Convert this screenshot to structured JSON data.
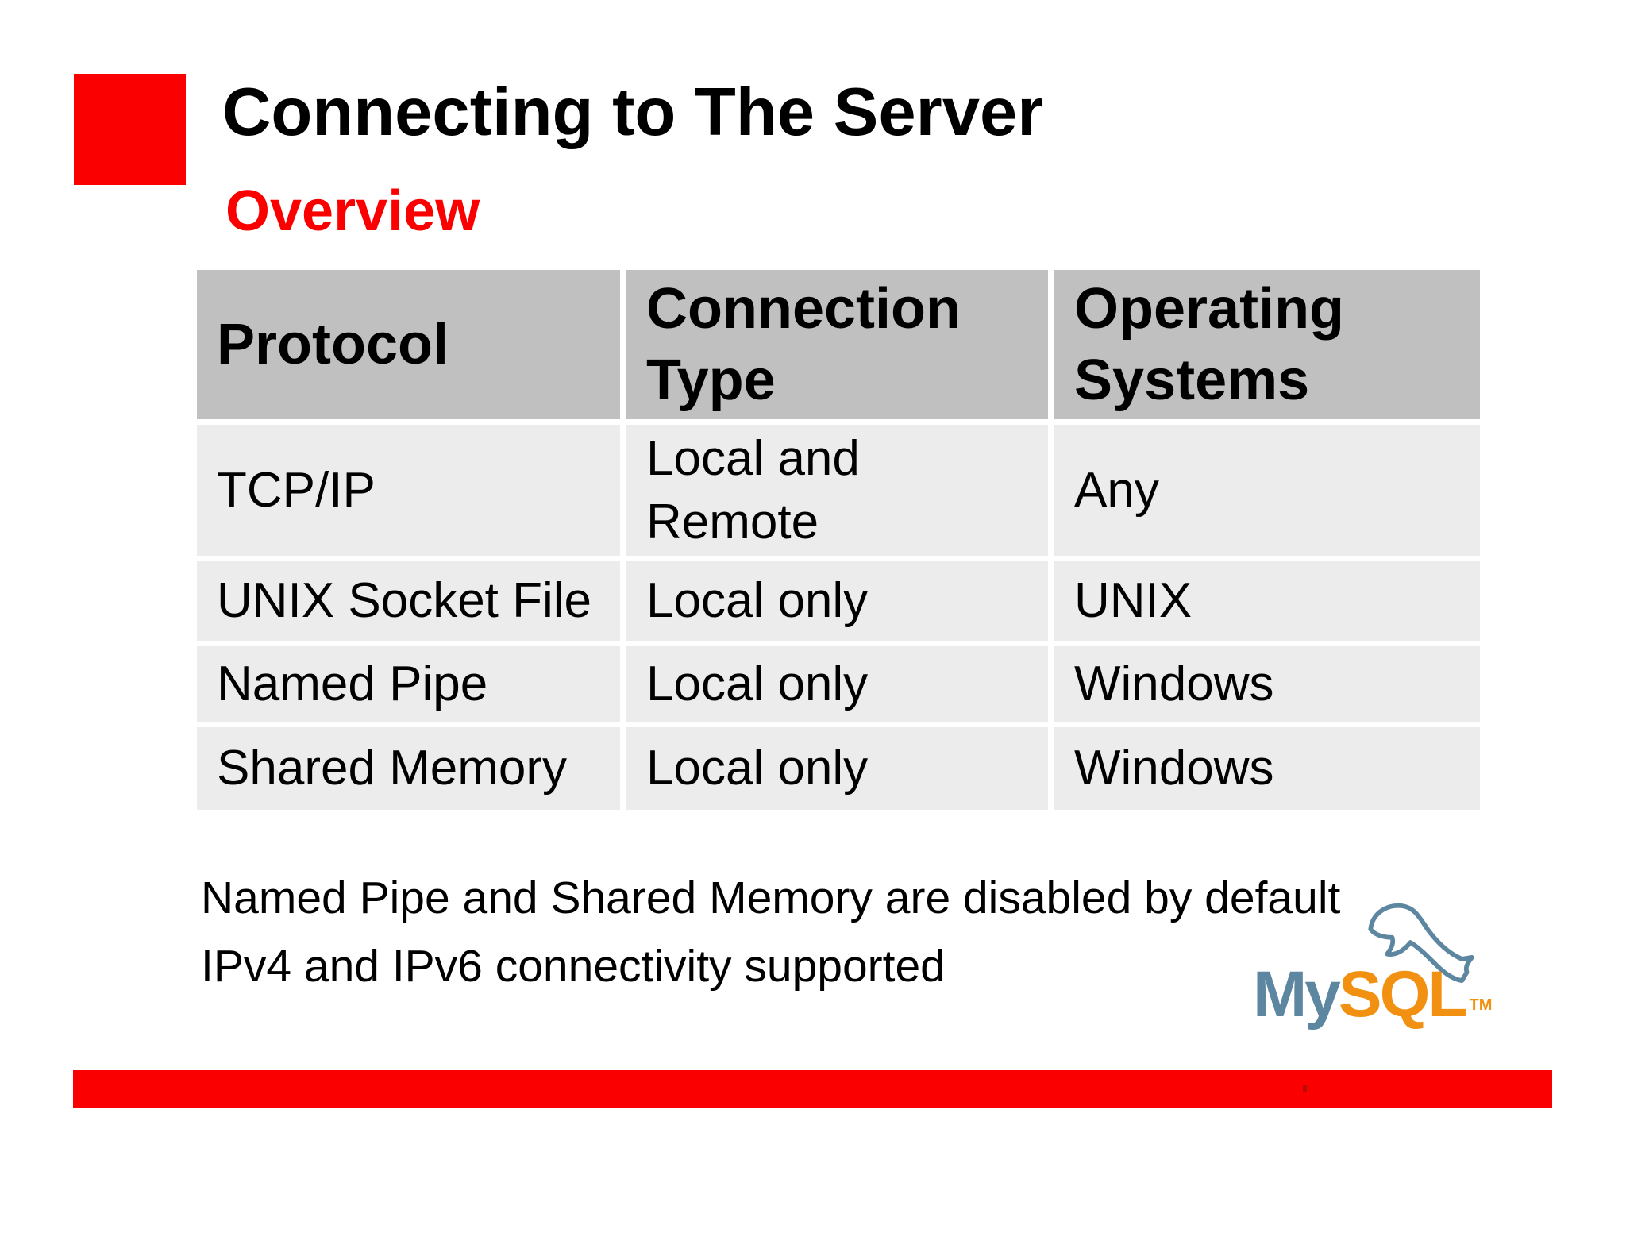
{
  "slide": {
    "title": "Connecting to The Server",
    "subtitle": "Overview",
    "table": {
      "headers": [
        "Protocol",
        "Connection Type",
        "Operating Systems"
      ],
      "rows": [
        [
          "TCP/IP",
          "Local and Remote",
          "Any"
        ],
        [
          "UNIX Socket File",
          "Local only",
          "UNIX"
        ],
        [
          "Named Pipe",
          "Local only",
          "Windows"
        ],
        [
          "Shared Memory",
          "Local only",
          "Windows"
        ]
      ]
    },
    "notes": [
      "Named Pipe and Shared Memory are disabled by default",
      "IPv4 and IPv6 connectivity supported"
    ],
    "logo": {
      "my": "My",
      "sql": "SQL",
      "tm": "TM"
    },
    "colors": {
      "accent_red": "#fb0000",
      "header_gray": "#c0c0c0",
      "row_gray": "#ececec",
      "logo_blue": "#5d87a1",
      "logo_orange": "#f29111"
    }
  }
}
